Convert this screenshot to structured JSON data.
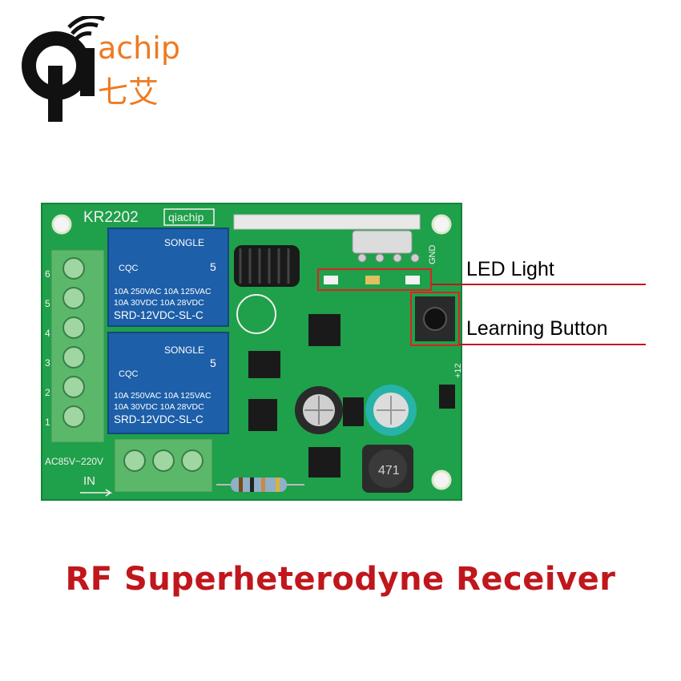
{
  "logo": {
    "word": "achip",
    "chinese": "七艾",
    "colors": {
      "mark": "#111111",
      "text": "#ee7a22"
    }
  },
  "board": {
    "model": "KR2202",
    "brand_label": "qiachip",
    "relay_brand": "SONGLE",
    "relay_cert": "CQC",
    "relay_rating_1": "10A 250VAC  10A 125VAC",
    "relay_rating_2": "10A  30VDC  10A  28VDC",
    "relay_model": "SRD-12VDC-SL-C",
    "relay_num": "5",
    "terminal_numbers": [
      "6",
      "5",
      "4",
      "3",
      "2",
      "1"
    ],
    "voltage_label": "AC85V~220V",
    "in_label": "IN",
    "gnd_label": "GND",
    "plus12_label": "+12",
    "inductor_label": "471",
    "colors": {
      "pcb": "#1fa04a",
      "relay": "#1d5fa8",
      "terminal": "#5bb86a",
      "highlight": "#e02020"
    }
  },
  "callouts": {
    "led_light": "LED Light",
    "learning_button": "Learning Button"
  },
  "caption": "RF Superheterodyne Receiver"
}
